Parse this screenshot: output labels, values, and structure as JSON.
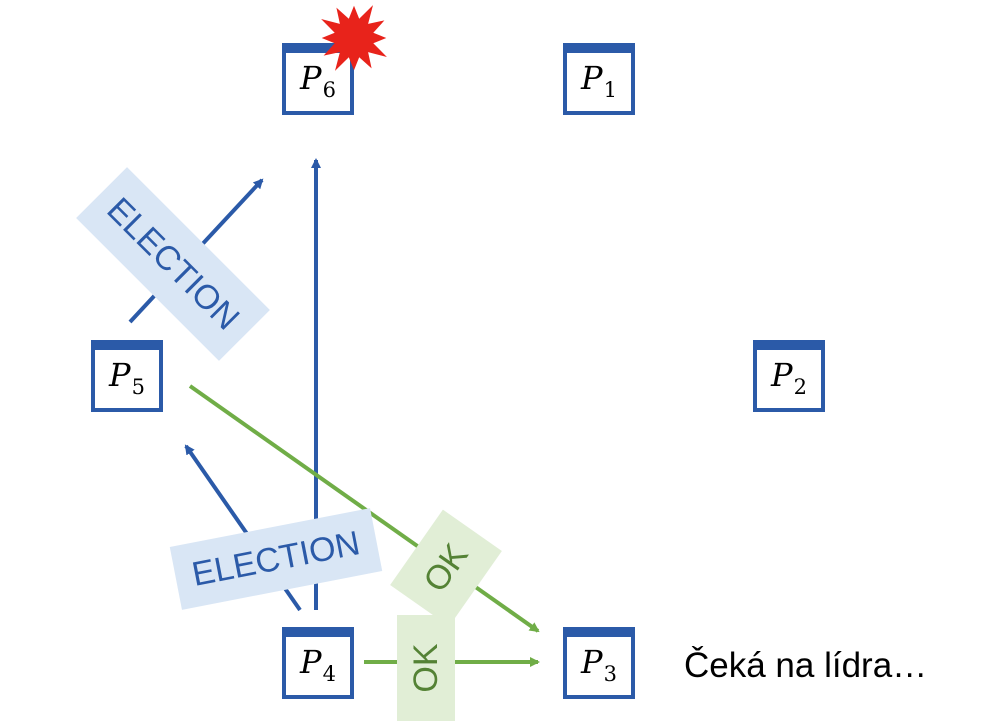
{
  "colors": {
    "process_border": "#2b5aa8",
    "election": "#2b5aa8",
    "election_bg": "#d9e6f5",
    "ok": "#70ad47",
    "ok_text": "#548235",
    "ok_bg": "#e1eed6",
    "crash": "#e8231b"
  },
  "processes": [
    {
      "name": "P",
      "sub": "6",
      "crashed": true
    },
    {
      "name": "P",
      "sub": "1"
    },
    {
      "name": "P",
      "sub": "5"
    },
    {
      "name": "P",
      "sub": "2"
    },
    {
      "name": "P",
      "sub": "4"
    },
    {
      "name": "P",
      "sub": "3"
    }
  ],
  "messages": {
    "election_p4_p6": "ELECTION",
    "election_p4_p5": "ELECTION",
    "ok_p5_p3": "OK",
    "ok_p4_p3": "OK"
  },
  "crash_icon": "explosion-burst-icon",
  "status_note": "Čeká na lídra…"
}
